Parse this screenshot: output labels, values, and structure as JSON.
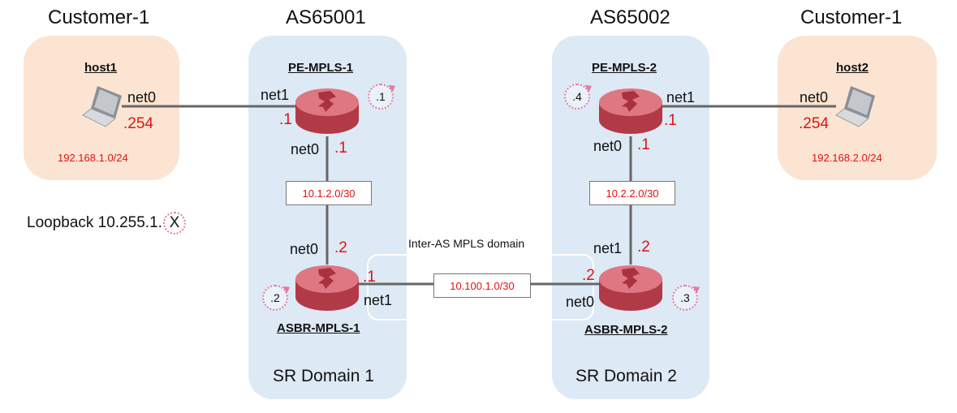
{
  "left_site": {
    "title": "Customer-1",
    "host": "host1",
    "iface": "net0",
    "octet": ".254",
    "subnet": "192.168.1.0/24"
  },
  "right_site": {
    "title": "Customer-1",
    "host": "host2",
    "iface": "net0",
    "octet": ".254",
    "subnet": "192.168.2.0/24"
  },
  "as1": {
    "title": "AS65001",
    "domain": "SR Domain 1",
    "pe": {
      "name": "PE-MPLS-1",
      "loopback": ".1",
      "net1": "net1",
      "net1_octet": ".1",
      "net0": "net0",
      "net0_octet": ".1"
    },
    "link_subnet": "10.1.2.0/30",
    "asbr": {
      "name": "ASBR-MPLS-1",
      "loopback": ".2",
      "net0": "net0",
      "net0_octet": ".2",
      "net1": "net1",
      "net1_octet": ".1"
    }
  },
  "as2": {
    "title": "AS65002",
    "domain": "SR Domain 2",
    "pe": {
      "name": "PE-MPLS-2",
      "loopback": ".4",
      "net1": "net1",
      "net1_octet": ".1",
      "net0": "net0",
      "net0_octet": ".1"
    },
    "link_subnet": "10.2.2.0/30",
    "asbr": {
      "name": "ASBR-MPLS-2",
      "loopback": ".3",
      "net1": "net1",
      "net1_octet": ".2",
      "net0": "net0",
      "net0_octet": ".2"
    }
  },
  "inter_as": {
    "label": "Inter-AS MPLS domain",
    "subnet": "10.100.1.0/30"
  },
  "legend": {
    "text": "Loopback 10.255.1.",
    "marker": "X"
  },
  "colors": {
    "customer_panel": "#fce4d2",
    "as_panel": "#dde9f5",
    "address_red": "#e01212",
    "router_red": "#c8505c",
    "loopback_pink": "#e37aa6",
    "link_gray": "#666666"
  }
}
